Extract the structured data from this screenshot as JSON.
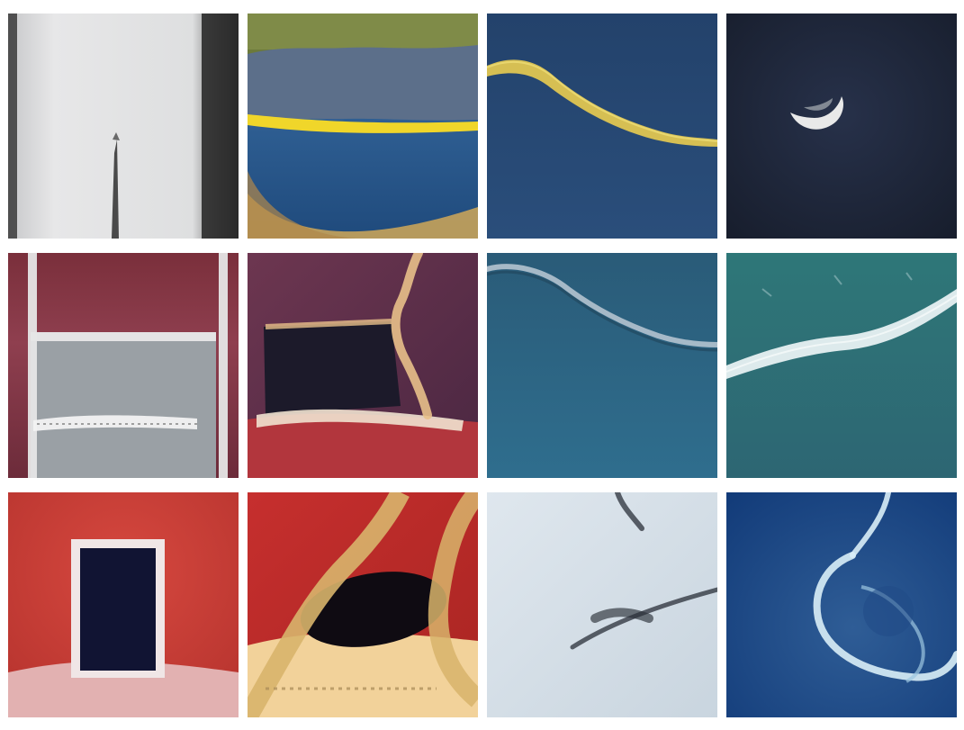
{
  "figure": {
    "description_visible_text": "",
    "rows": 3,
    "columns": 4
  },
  "tiles": [
    {
      "row": 1,
      "col": 1,
      "palette": [
        "#d9dadb",
        "#2b2b2b",
        "#5a5a5a"
      ]
    },
    {
      "row": 1,
      "col": 2,
      "palette": [
        "#2e5e93",
        "#f0d62a",
        "#6b7a3a"
      ]
    },
    {
      "row": 1,
      "col": 3,
      "palette": [
        "#23426b",
        "#d6bf53",
        "#31557f"
      ]
    },
    {
      "row": 1,
      "col": 4,
      "palette": [
        "#1a2233",
        "#e8e8e8",
        "#2a3245"
      ]
    },
    {
      "row": 2,
      "col": 1,
      "palette": [
        "#8f3f4f",
        "#bfbfbf",
        "#e8e8e8"
      ]
    },
    {
      "row": 2,
      "col": 2,
      "palette": [
        "#6d3650",
        "#1c1a2a",
        "#e8c08a"
      ]
    },
    {
      "row": 2,
      "col": 3,
      "palette": [
        "#2f6e8e",
        "#b4c3cf",
        "#2a5b78"
      ]
    },
    {
      "row": 2,
      "col": 4,
      "palette": [
        "#2e7778",
        "#e7f0f2",
        "#2d6673"
      ]
    },
    {
      "row": 3,
      "col": 1,
      "palette": [
        "#c43d36",
        "#111433",
        "#f0e6e6"
      ]
    },
    {
      "row": 3,
      "col": 2,
      "palette": [
        "#c62f2e",
        "#0f0b12",
        "#f2d29a"
      ]
    },
    {
      "row": 3,
      "col": 3,
      "palette": [
        "#c9d5df",
        "#2a2f38",
        "#dfe7ee"
      ]
    },
    {
      "row": 3,
      "col": 4,
      "palette": [
        "#123b79",
        "#d9eef7",
        "#2f5d96"
      ]
    }
  ]
}
